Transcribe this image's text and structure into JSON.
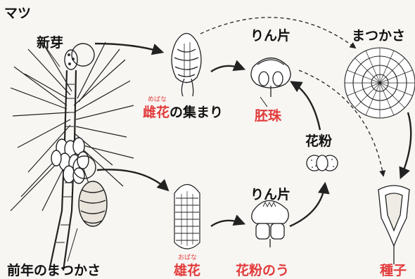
{
  "labels": {
    "pine": "マツ",
    "new_bud": "新芽",
    "prev_year_cone": "前年のまつかさ",
    "female_cluster_kanji": "雌花",
    "female_cluster_suffix": "の集まり",
    "female_ruby": "めばな",
    "ovule": "胚珠",
    "scale_top": "りん片",
    "scale_bottom": "りん片",
    "pollen": "花粉",
    "pollen_sac": "花粉のう",
    "male_flower": "雄花",
    "male_ruby": "おばな",
    "pinecone": "まつかさ",
    "seed": "種子"
  },
  "colors": {
    "text": "#111111",
    "accent_red": "#e23b3b",
    "line": "#222222",
    "background": "#f7f6f3"
  }
}
